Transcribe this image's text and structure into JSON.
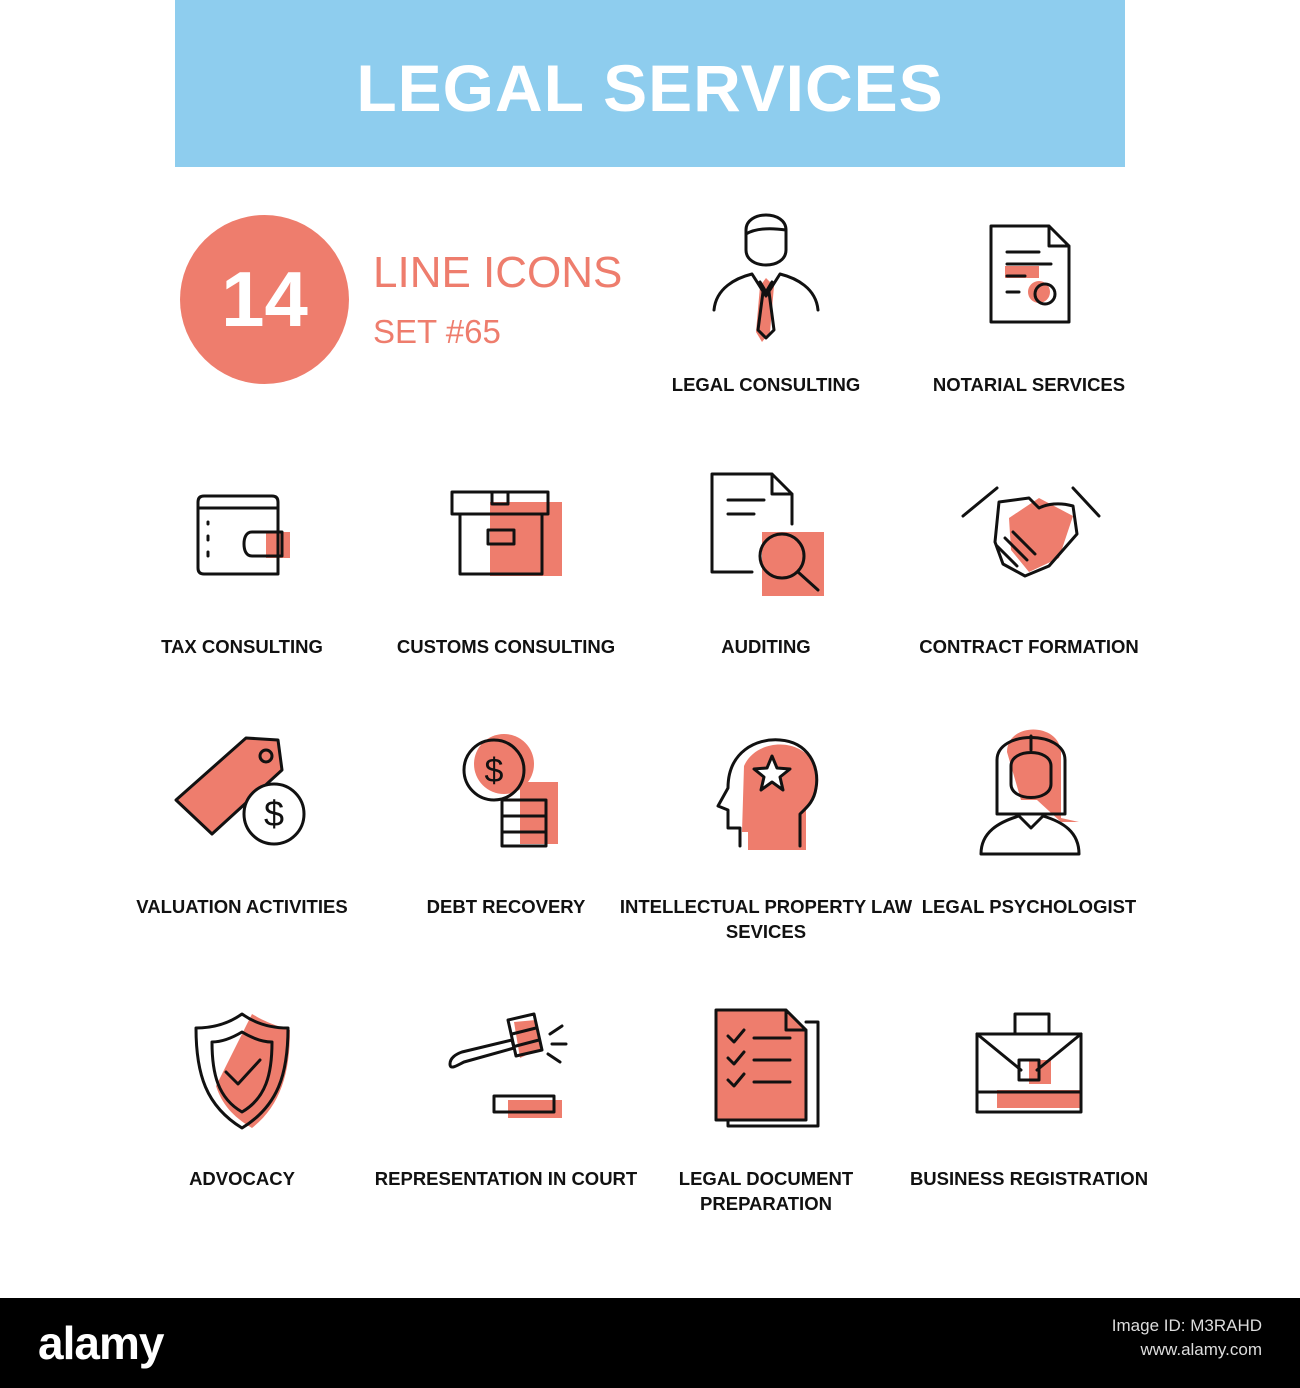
{
  "header": {
    "title": "LEGAL SERVICES"
  },
  "badge": {
    "number": "14",
    "title": "LINE ICONS",
    "subtitle": "SET #65"
  },
  "colors": {
    "accent": "#ee7d6d",
    "banner": "#8ecdee",
    "ink": "#111111"
  },
  "items": [
    {
      "icon": "businessman-icon",
      "label": "LEGAL CONSULTING"
    },
    {
      "icon": "notarized-document-icon",
      "label": "NOTARIAL SERVICES"
    },
    {
      "icon": "wallet-icon",
      "label": "TAX CONSULTING"
    },
    {
      "icon": "box-icon",
      "label": "CUSTOMS CONSULTING"
    },
    {
      "icon": "document-magnifier-icon",
      "label": "AUDITING"
    },
    {
      "icon": "handshake-icon",
      "label": "CONTRACT FORMATION"
    },
    {
      "icon": "price-tag-dollar-icon",
      "label": "VALUATION ACTIVITIES"
    },
    {
      "icon": "coins-icon",
      "label": "DEBT RECOVERY"
    },
    {
      "icon": "head-star-icon",
      "label": "INTELLECTUAL PROPERTY LAW SEVICES"
    },
    {
      "icon": "woman-icon",
      "label": "LEGAL PSYCHOLOGIST"
    },
    {
      "icon": "shield-check-icon",
      "label": "ADVOCACY"
    },
    {
      "icon": "gavel-icon",
      "label": "REPRESENTATION IN COURT"
    },
    {
      "icon": "checklist-document-icon",
      "label": "LEGAL DOCUMENT PREPARATION"
    },
    {
      "icon": "briefcase-icon",
      "label": "BUSINESS REGISTRATION"
    }
  ],
  "footer": {
    "brand": "alamy",
    "image_id": "Image ID: M3RAHD",
    "site": "www.alamy.com"
  }
}
